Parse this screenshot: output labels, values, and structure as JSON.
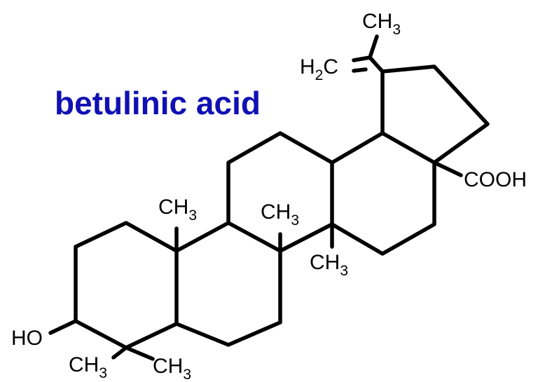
{
  "title": {
    "text": "betulinic acid",
    "color": "#1010b4"
  },
  "molecule": {
    "groups": {
      "methylene_h": "H",
      "methylene_sub": "2",
      "methylene_c": "C",
      "methyl_isopropenyl_c": "CH",
      "methyl_isopropenyl_sub": "3",
      "carboxyl": "COOH",
      "methyl_c10_c": "CH",
      "methyl_c10_sub": "3",
      "methyl_c8_c": "CH",
      "methyl_c8_sub": "3",
      "methyl_c14_c": "CH",
      "methyl_c14_sub": "3",
      "hydroxyl": "HO",
      "methyl_c4a_c": "CH",
      "methyl_c4a_sub": "3",
      "methyl_c4b_c": "CH",
      "methyl_c4b_sub": "3"
    },
    "bond_color": "#000000"
  }
}
